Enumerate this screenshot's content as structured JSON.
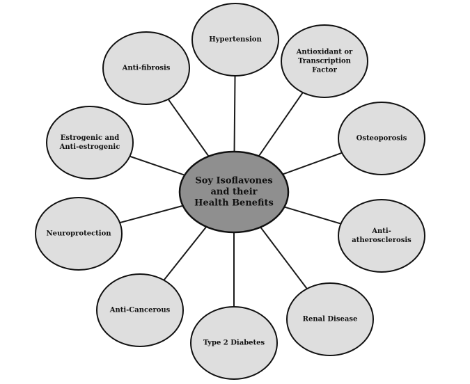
{
  "diagram": {
    "center": {
      "lines": [
        "Soy Isoflavones",
        "and their",
        "Health Benefits"
      ]
    },
    "benefits": [
      {
        "lines": [
          "Hypertension"
        ]
      },
      {
        "lines": [
          "Antioxidant or",
          "Transcription",
          "Factor"
        ]
      },
      {
        "lines": [
          "Osteoporosis"
        ]
      },
      {
        "lines": [
          "Anti-",
          "atherosclerosis"
        ]
      },
      {
        "lines": [
          "Renal Disease"
        ]
      },
      {
        "lines": [
          "Type 2 Diabetes"
        ]
      },
      {
        "lines": [
          "Anti-Cancerous"
        ]
      },
      {
        "lines": [
          "Neuroprotection"
        ]
      },
      {
        "lines": [
          "Estrogenic and",
          "Anti-estrogenic"
        ]
      },
      {
        "lines": [
          "Anti-fibrosis"
        ]
      }
    ]
  }
}
